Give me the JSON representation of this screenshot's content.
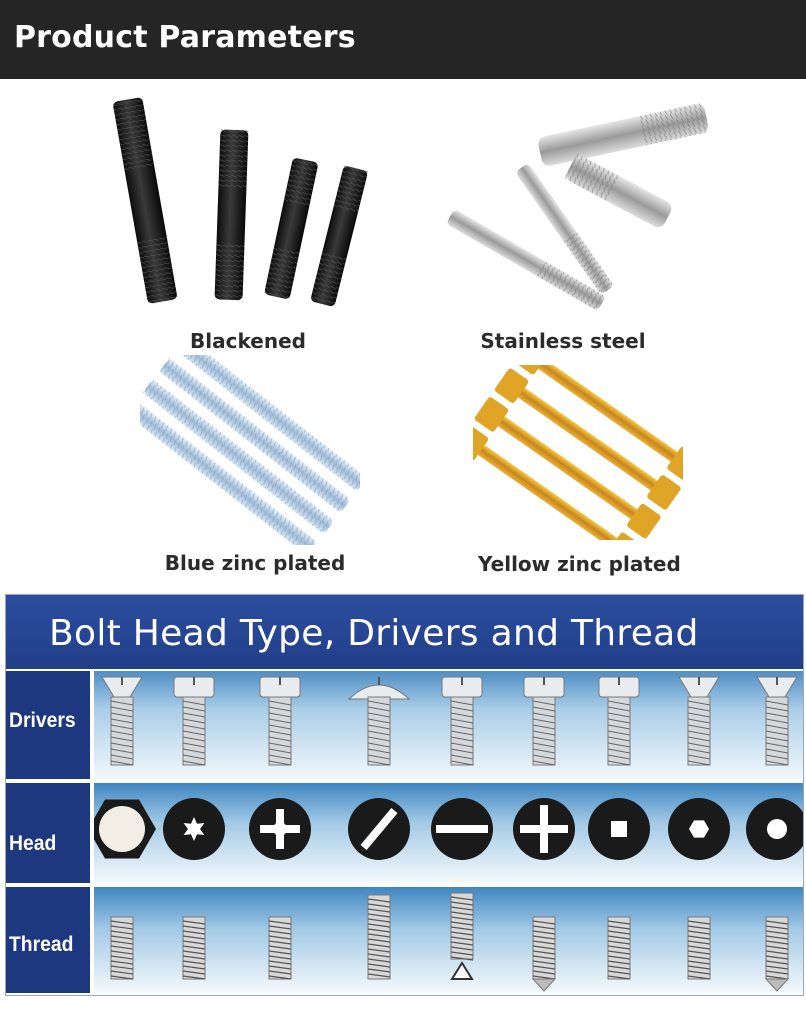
{
  "header": {
    "title": "Product Parameters"
  },
  "products": [
    {
      "label": "Blackened",
      "icon": "black-stud-bolts"
    },
    {
      "label": "Stainless steel",
      "icon": "stainless-stud-bolts"
    },
    {
      "label": "Blue zinc plated",
      "icon": "blue-zinc-stud-bolts"
    },
    {
      "label": "Yellow zinc plated",
      "icon": "yellow-zinc-stud-bolts-with-nuts"
    }
  ],
  "bolt_chart": {
    "title": "Bolt Head Type, Drivers and Thread",
    "rows": [
      {
        "label": "Drivers",
        "items": 9
      },
      {
        "label": "Head",
        "items": 9
      },
      {
        "label": "Thread",
        "items": 9
      }
    ]
  },
  "colors": {
    "header_bg": "#252525",
    "chart_title_bg": "#2c4ea0",
    "row_label_bg": "#1e3880",
    "head_icon_fill": "#1a1a1a"
  }
}
